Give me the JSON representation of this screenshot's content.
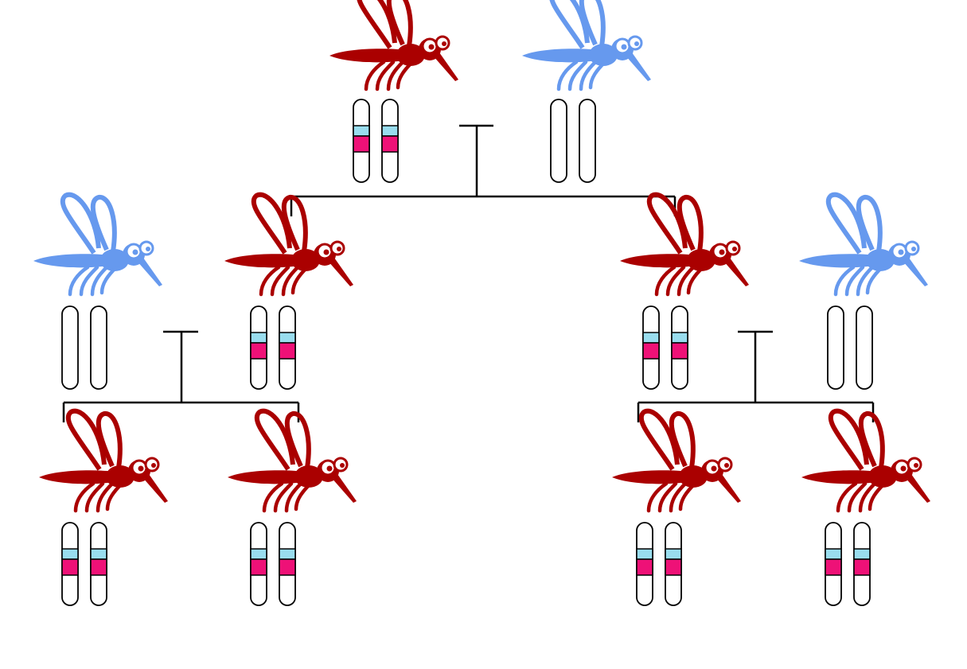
{
  "colors": {
    "drive_mosquito": "#aa0000",
    "wildtype_mosquito": "#6699ee",
    "gene_drive_cassette": "#ee1177",
    "gene_drive_marker": "#99ddee",
    "chromosome_outline": "#000000",
    "cross_line": "#000000"
  },
  "individuals": [
    {
      "id": "p1",
      "genotype": "drive",
      "chromosomes": [
        "drive",
        "drive"
      ]
    },
    {
      "id": "p2",
      "genotype": "wildtype",
      "chromosomes": [
        "wildtype",
        "wildtype"
      ]
    },
    {
      "id": "f1-left-mate",
      "genotype": "wildtype",
      "chromosomes": [
        "wildtype",
        "wildtype"
      ]
    },
    {
      "id": "f1-left",
      "genotype": "drive",
      "chromosomes": [
        "drive",
        "drive"
      ]
    },
    {
      "id": "f1-right",
      "genotype": "drive",
      "chromosomes": [
        "drive",
        "drive"
      ]
    },
    {
      "id": "f1-right-mate",
      "genotype": "wildtype",
      "chromosomes": [
        "wildtype",
        "wildtype"
      ]
    },
    {
      "id": "f2-a",
      "genotype": "drive",
      "chromosomes": [
        "drive",
        "drive"
      ]
    },
    {
      "id": "f2-b",
      "genotype": "drive",
      "chromosomes": [
        "drive",
        "drive"
      ]
    },
    {
      "id": "f2-c",
      "genotype": "drive",
      "chromosomes": [
        "drive",
        "drive"
      ]
    },
    {
      "id": "f2-d",
      "genotype": "drive",
      "chromosomes": [
        "drive",
        "drive"
      ]
    }
  ],
  "crosses": [
    {
      "parents": [
        "p1",
        "p2"
      ],
      "offspring": [
        "f1-left",
        "f1-right"
      ]
    },
    {
      "parents": [
        "f1-left-mate",
        "f1-left"
      ],
      "offspring": [
        "f2-a",
        "f2-b"
      ]
    },
    {
      "parents": [
        "f1-right",
        "f1-right-mate"
      ],
      "offspring": [
        "f2-c",
        "f2-d"
      ]
    }
  ]
}
